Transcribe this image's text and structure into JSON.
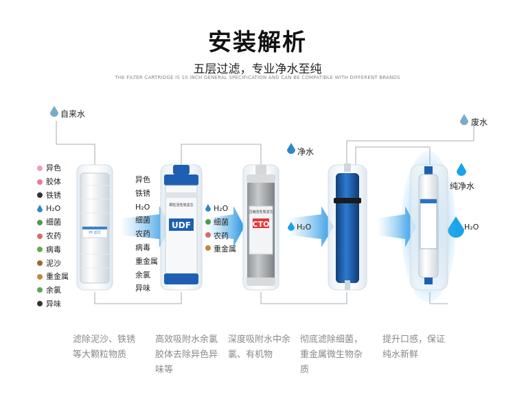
{
  "header": {
    "title": "安装解析",
    "subtitle": "五层过滤，专业净水至纯",
    "tagline": "THE FILTER CARTRIDGE IS 10 INCH GENERAL SPECIFICATION AND CAN BE COMPATIBLE WITH DIFFERENT BRANDS"
  },
  "flow": {
    "tap_water": "自来水",
    "clean_water": "净水",
    "waste_water": "废水",
    "pure_water": "纯净水",
    "h2o": "H₂O"
  },
  "contaminants_stage1": [
    "异色",
    "胶体",
    "铁锈",
    "H₂O",
    "细菌",
    "农药",
    "病毒",
    "泥沙",
    "重金属",
    "余氯",
    "异味"
  ],
  "contaminants_stage2": [
    "异色",
    "铁锈",
    "H₂O",
    "细菌",
    "农药",
    "病毒",
    "重金属",
    "余氯",
    "异味"
  ],
  "contaminants_stage3": [
    "H₂O",
    "细菌",
    "农药",
    "重金属"
  ],
  "filters": {
    "udf_label": "UDF",
    "cto_label": "CTO",
    "udf_small": "颗粒活性炭滤芯",
    "cto_small": "压缩活性炭滤芯",
    "pp_small": "PP 滤芯"
  },
  "descriptions": [
    "滤除泥沙、铁锈等大颗粒物质",
    "高效吸附水余氯胶体去除异色异味等",
    "深度吸附水中余氯、有机物",
    "彻底滤除细菌，重金属微生物杂质",
    "提升口感，保证纯水新鲜"
  ],
  "colors": {
    "water_drop": "#7aa9c9",
    "pure_drop": "#1aa3e8",
    "blue_cap": "#1e5fb3",
    "membrane": "#1d5fa8",
    "glow": "#5ab4ee"
  }
}
